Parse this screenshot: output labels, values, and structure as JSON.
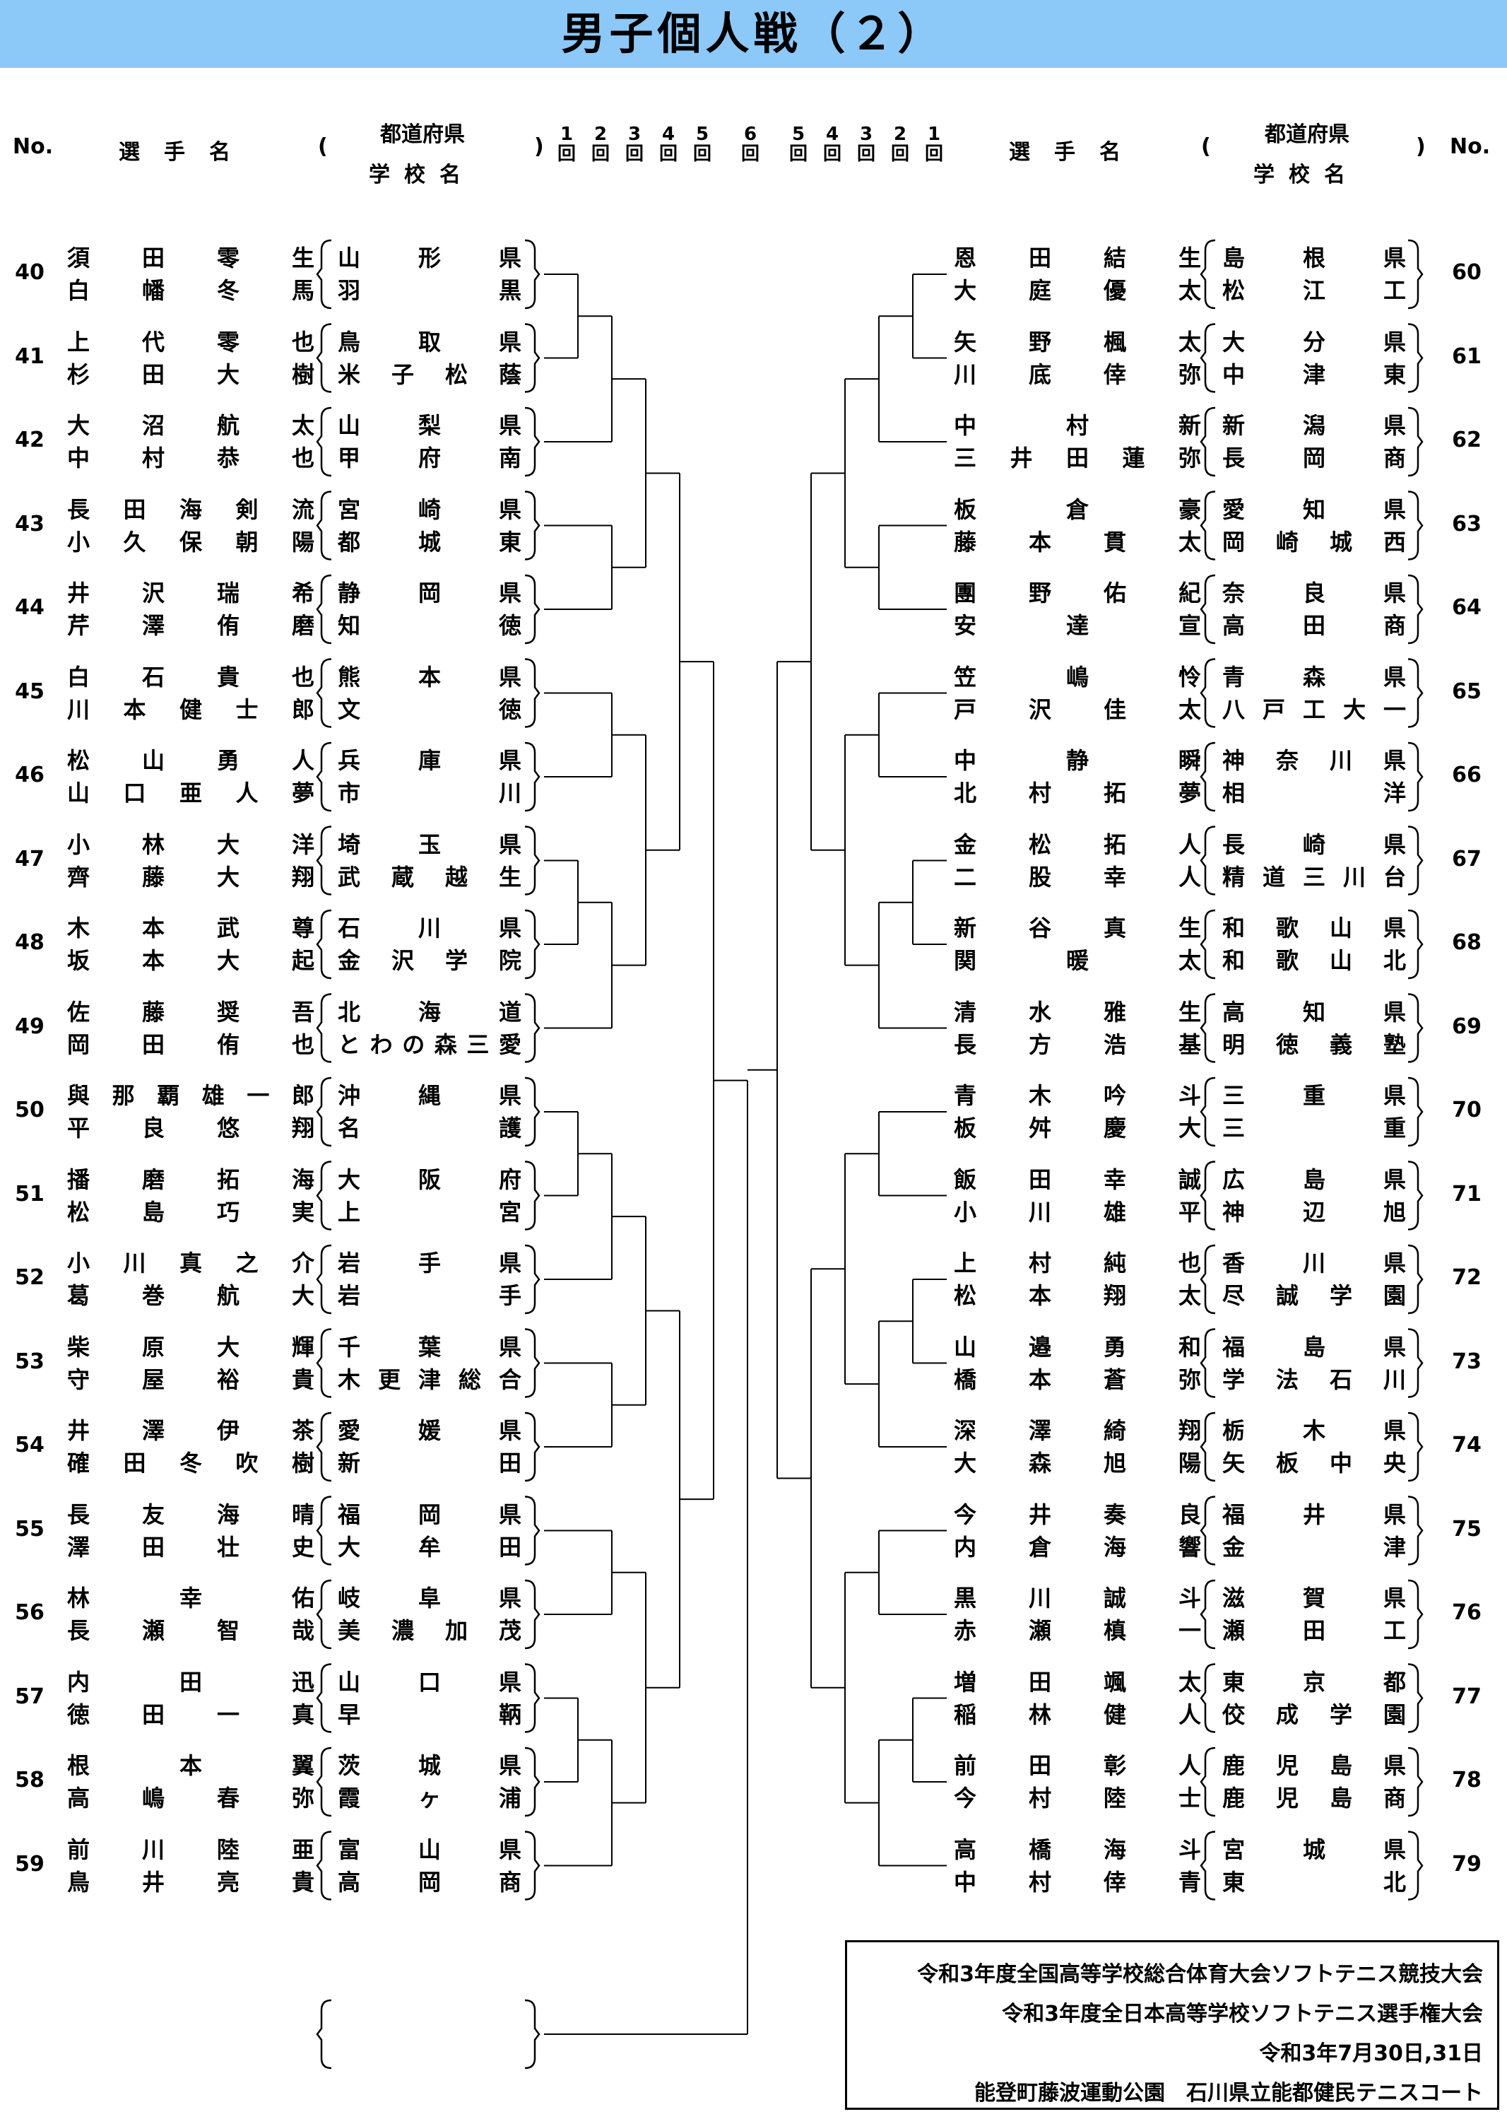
{
  "title": "男子個人戦（２）",
  "header": {
    "no": "No.",
    "player": "選手名",
    "pref": "都道府県",
    "school": "学校名",
    "open_paren": "(",
    "close_paren": ")",
    "rounds_left": [
      "1回",
      "2回",
      "3回",
      "4回",
      "5回",
      "6回"
    ],
    "rounds_right": [
      "5回",
      "4回",
      "3回",
      "2回",
      "1回"
    ]
  },
  "left_entries": [
    {
      "no": "40",
      "p1": "須田零生",
      "p2": "白幡冬馬",
      "s1": "山形県",
      "s2": "羽黒"
    },
    {
      "no": "41",
      "p1": "上代零也",
      "p2": "杉田大樹",
      "s1": "鳥取県",
      "s2": "米子松蔭"
    },
    {
      "no": "42",
      "p1": "大沼航太",
      "p2": "中村恭也",
      "s1": "山梨県",
      "s2": "甲府南"
    },
    {
      "no": "43",
      "p1": "長田海剣流",
      "p2": "小久保朝陽",
      "s1": "宮崎県",
      "s2": "都城東"
    },
    {
      "no": "44",
      "p1": "井沢瑞希",
      "p2": "芹澤侑磨",
      "s1": "静岡県",
      "s2": "知徳"
    },
    {
      "no": "45",
      "p1": "白石貴也",
      "p2": "川本健士郎",
      "s1": "熊本県",
      "s2": "文徳"
    },
    {
      "no": "46",
      "p1": "松山勇人",
      "p2": "山口亜人夢",
      "s1": "兵庫県",
      "s2": "市川"
    },
    {
      "no": "47",
      "p1": "小林大洋",
      "p2": "齊藤大翔",
      "s1": "埼玉県",
      "s2": "武蔵越生"
    },
    {
      "no": "48",
      "p1": "木本武尊",
      "p2": "坂本大起",
      "s1": "石川県",
      "s2": "金沢学院"
    },
    {
      "no": "49",
      "p1": "佐藤奨吾",
      "p2": "岡田侑也",
      "s1": "北海道",
      "s2": "とわの森三愛"
    },
    {
      "no": "50",
      "p1": "與那覇雄一郎",
      "p2": "平良悠翔",
      "s1": "沖縄県",
      "s2": "名護"
    },
    {
      "no": "51",
      "p1": "播磨拓海",
      "p2": "松島巧実",
      "s1": "大阪府",
      "s2": "上宮"
    },
    {
      "no": "52",
      "p1": "小川真之介",
      "p2": "葛巻航大",
      "s1": "岩手県",
      "s2": "岩手"
    },
    {
      "no": "53",
      "p1": "柴原大輝",
      "p2": "守屋裕貴",
      "s1": "千葉県",
      "s2": "木更津総合"
    },
    {
      "no": "54",
      "p1": "井澤伊茶",
      "p2": "確田冬吹樹",
      "s1": "愛媛県",
      "s2": "新田"
    },
    {
      "no": "55",
      "p1": "長友海晴",
      "p2": "澤田壮史",
      "s1": "福岡県",
      "s2": "大牟田"
    },
    {
      "no": "56",
      "p1": "林幸佑",
      "p2": "長瀬智哉",
      "s1": "岐阜県",
      "s2": "美濃加茂"
    },
    {
      "no": "57",
      "p1": "内田迅",
      "p2": "徳田一真",
      "s1": "山口県",
      "s2": "早鞆"
    },
    {
      "no": "58",
      "p1": "根本翼",
      "p2": "高嶋春弥",
      "s1": "茨城県",
      "s2": "霞ヶ浦"
    },
    {
      "no": "59",
      "p1": "前川陸亜",
      "p2": "鳥井亮貴",
      "s1": "富山県",
      "s2": "高岡商"
    }
  ],
  "right_entries": [
    {
      "no": "60",
      "p1": "恩田結生",
      "p2": "大庭優太",
      "s1": "島根県",
      "s2": "松江工"
    },
    {
      "no": "61",
      "p1": "矢野楓太",
      "p2": "川底倖弥",
      "s1": "大分県",
      "s2": "中津東"
    },
    {
      "no": "62",
      "p1": "中村新",
      "p2": "三井田蓮弥",
      "s1": "新潟県",
      "s2": "長岡商"
    },
    {
      "no": "63",
      "p1": "板倉豪",
      "p2": "藤本貫太",
      "s1": "愛知県",
      "s2": "岡崎城西"
    },
    {
      "no": "64",
      "p1": "團野佑紀",
      "p2": "安達宣",
      "s1": "奈良県",
      "s2": "高田商"
    },
    {
      "no": "65",
      "p1": "笠嶋怜",
      "p2": "戸沢佳太",
      "s1": "青森県",
      "s2": "八戸工大一"
    },
    {
      "no": "66",
      "p1": "中静瞬",
      "p2": "北村拓夢",
      "s1": "神奈川県",
      "s2": "相洋"
    },
    {
      "no": "67",
      "p1": "金松拓人",
      "p2": "二股幸人",
      "s1": "長崎県",
      "s2": "精道三川台"
    },
    {
      "no": "68",
      "p1": "新谷真生",
      "p2": "関暖太",
      "s1": "和歌山県",
      "s2": "和歌山北"
    },
    {
      "no": "69",
      "p1": "清水雅生",
      "p2": "長方浩基",
      "s1": "高知県",
      "s2": "明徳義塾"
    },
    {
      "no": "70",
      "p1": "青木吟斗",
      "p2": "板舛慶大",
      "s1": "三重県",
      "s2": "三重"
    },
    {
      "no": "71",
      "p1": "飯田幸誠",
      "p2": "小川雄平",
      "s1": "広島県",
      "s2": "神辺旭"
    },
    {
      "no": "72",
      "p1": "上村純也",
      "p2": "松本翔太",
      "s1": "香川県",
      "s2": "尽誠学園"
    },
    {
      "no": "73",
      "p1": "山邉勇和",
      "p2": "橋本蒼弥",
      "s1": "福島県",
      "s2": "学法石川"
    },
    {
      "no": "74",
      "p1": "深澤綺翔",
      "p2": "大森旭陽",
      "s1": "栃木県",
      "s2": "矢板中央"
    },
    {
      "no": "75",
      "p1": "今井奏良",
      "p2": "内倉海響",
      "s1": "福井県",
      "s2": "金津"
    },
    {
      "no": "76",
      "p1": "黒川誠斗",
      "p2": "赤瀬槙一",
      "s1": "滋賀県",
      "s2": "瀬田工"
    },
    {
      "no": "77",
      "p1": "増田颯太",
      "p2": "稲林健人",
      "s1": "東京都",
      "s2": "佼成学園"
    },
    {
      "no": "78",
      "p1": "前田彰人",
      "p2": "今村陸士",
      "s1": "鹿児島県",
      "s2": "鹿児島商"
    },
    {
      "no": "79",
      "p1": "高橋海斗",
      "p2": "中村倖青",
      "s1": "宮城県",
      "s2": "東北"
    }
  ],
  "footer": {
    "line1": "令和3年度全国高等学校総合体育大会ソフトテニス競技大会",
    "line2": "令和3年度全日本高等学校ソフトテニス選手権大会",
    "line3": "令和3年7月30日,31日",
    "line4": "能登町藤波運動公園　石川県立能都健民テニスコート"
  }
}
